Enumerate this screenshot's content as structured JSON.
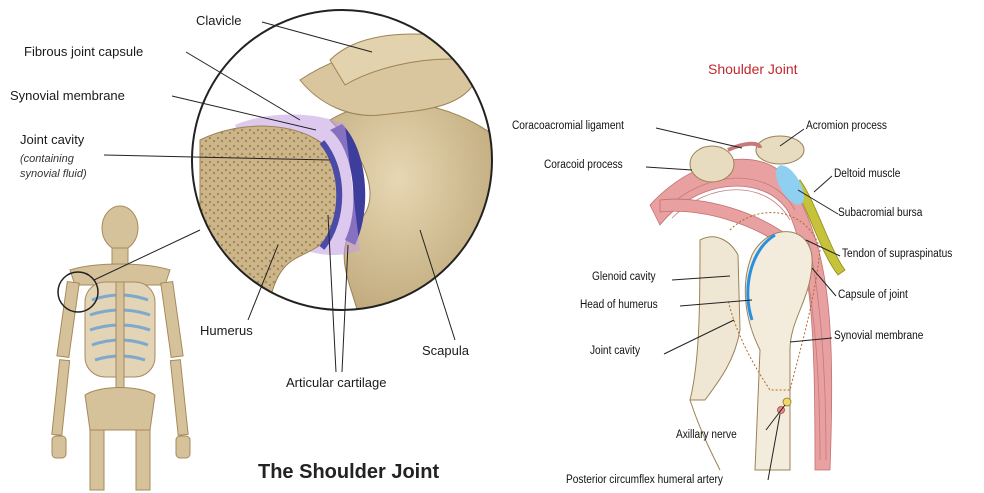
{
  "left_panel": {
    "title": "The Shoulder Joint",
    "labels": {
      "clavicle": "Clavicle",
      "fibrous_joint_capsule": "Fibrous joint capsule",
      "synovial_membrane": "Synovial membrane",
      "joint_cavity": "Joint cavity",
      "joint_cavity_note_1": "(containing",
      "joint_cavity_note_2": "synovial fluid)",
      "humerus": "Humerus",
      "articular_cartilage": "Articular cartilage",
      "scapula": "Scapula"
    }
  },
  "right_panel": {
    "title": "Shoulder Joint",
    "title_color": "#c0282d",
    "labels": {
      "coracoacromial_ligament": "Coracoacromial ligament",
      "coracoid_process": "Coracoid process",
      "acromion_process": "Acromion process",
      "deltoid_muscle": "Deltoid muscle",
      "subacromial_bursa": "Subacromial bursa",
      "tendon_of_supraspinatus": "Tendon of supraspinatus",
      "capsule_of_joint": "Capsule of joint",
      "glenoid_cavity": "Glenoid cavity",
      "head_of_humerus": "Head of humerus",
      "joint_cavity": "Joint cavity",
      "synovial_membrane": "Synovial membrane",
      "axillary_nerve": "Axillary nerve",
      "posterior_circumflex_humeral_artery": "Posterior circumflex humeral artery"
    }
  },
  "colors": {
    "bone": "#d6c29a",
    "bone_dark": "#b49b6c",
    "capsule": "#b48ad6",
    "cartilage": "#4a4aa8",
    "muscle": "#e49a9a",
    "bursa": "#8fd0f0",
    "synovial": "#2b8fe0",
    "tendon": "#c6c23a"
  }
}
